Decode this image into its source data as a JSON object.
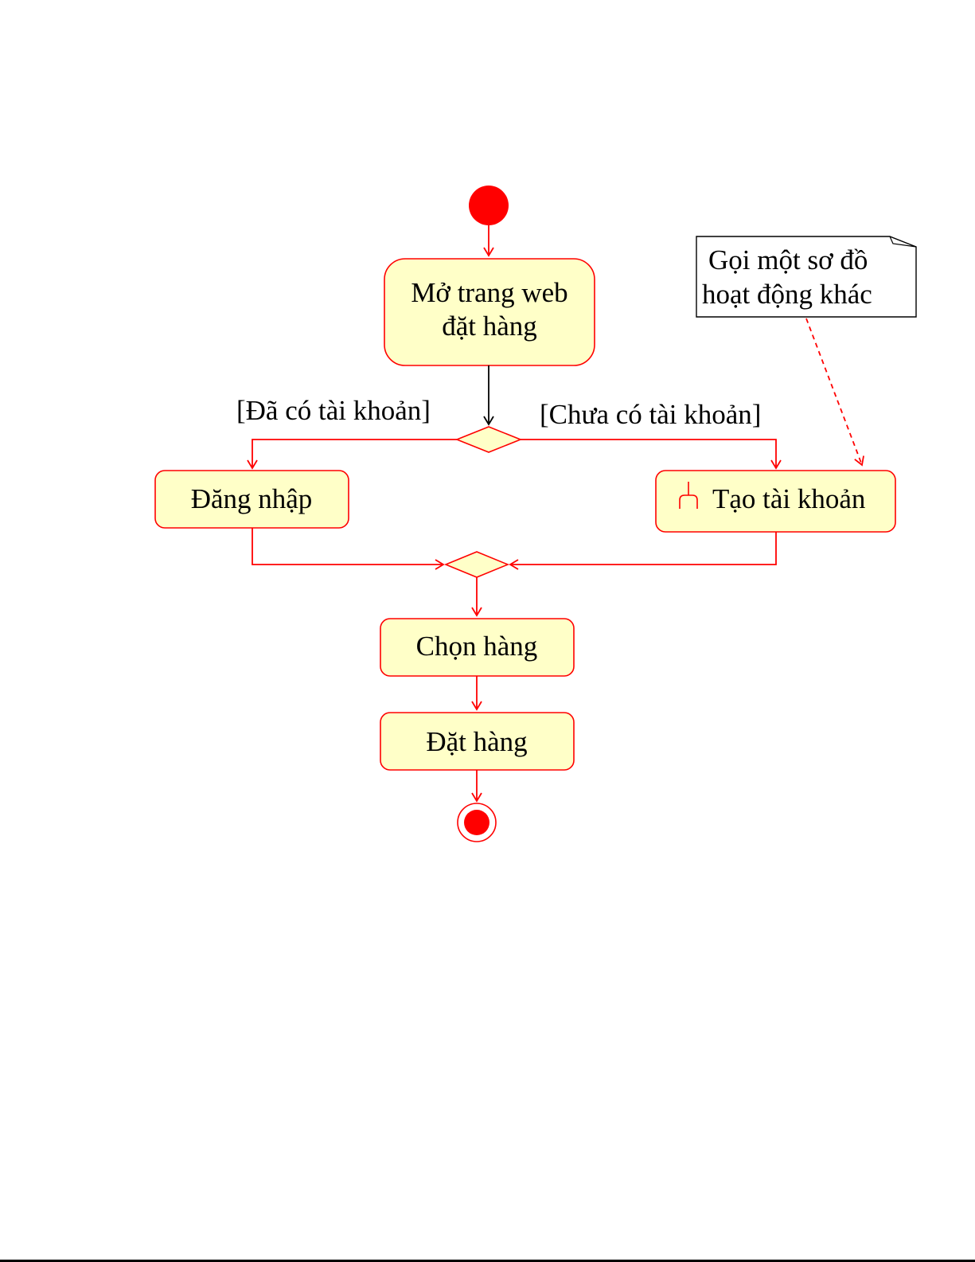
{
  "diagram": {
    "activities": {
      "open_web": [
        "Mở trang web",
        "đặt hàng"
      ],
      "login": "Đăng nhập",
      "create_account": "Tạo tài khoản",
      "choose_goods": "Chọn hàng",
      "place_order": "Đặt hàng"
    },
    "guards": {
      "has_account": "[Đã có tài khoản]",
      "no_account": "[Chưa có tài khoản]"
    },
    "note": [
      "Gọi một sơ đồ",
      "hoạt động khác"
    ],
    "colors": {
      "stroke": "#ff0000",
      "fill": "#ffffc8",
      "start": "#ff0000"
    }
  }
}
